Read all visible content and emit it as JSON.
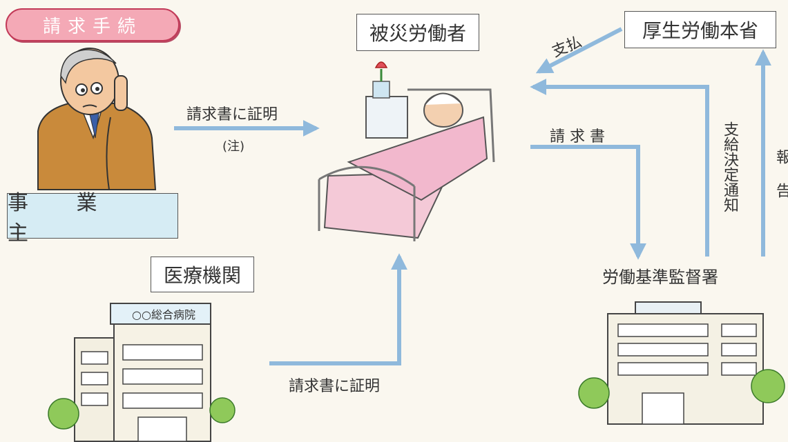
{
  "title": "請求手続",
  "nodes": {
    "employer": "事 業 主",
    "worker": "被災労働者",
    "ministry": "厚生労働本省",
    "medical": "医療機関",
    "hospital_sign": "○○総合病院",
    "office": "労働基準監督署"
  },
  "edges": {
    "employer_to_worker": "請求書に証明",
    "employer_note": "(注)",
    "worker_to_office": "請 求 書",
    "office_to_worker": "支給決定通知",
    "ministry_to_worker": "支払",
    "office_to_ministry": "報 告",
    "medical_to_worker": "請求書に証明"
  },
  "colors": {
    "arrow": "#8fb9dc",
    "title_pill": "#f4a9b6",
    "employer_box": "#d6ecf4"
  }
}
